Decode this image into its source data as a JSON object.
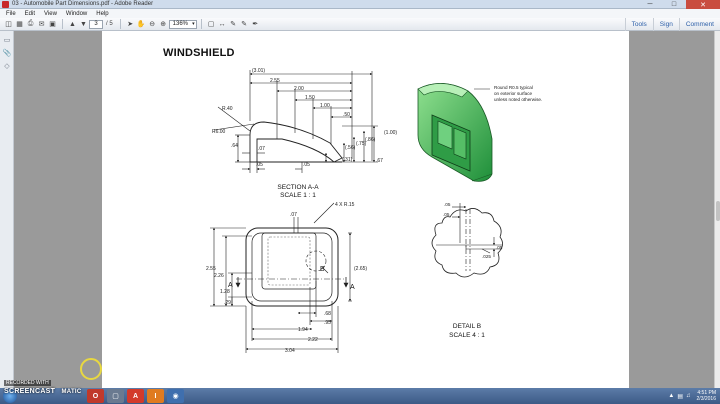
{
  "window": {
    "title": "03 - Automobile Part Dimensions.pdf - Adobe Reader",
    "minimize": "─",
    "maximize": "□",
    "close": "✕"
  },
  "menu": [
    "File",
    "Edit",
    "View",
    "Window",
    "Help"
  ],
  "toolbar": {
    "page_current": "3",
    "page_total": "/ 5",
    "zoom": "136%",
    "zoom_arrow": "▾",
    "tools_label": "Tools",
    "sign_label": "Sign",
    "comment_label": "Comment"
  },
  "document": {
    "title": "WINDSHIELD",
    "section_a_a": {
      "title": "SECTION A-A",
      "scale": "SCALE 1 : 1",
      "dims": {
        "d1": "(3.01)",
        "d2": "2.55",
        "d3": "2.00",
        "d4": "1.50",
        "d5": "1.00",
        "d6": ".50",
        "r40": "R.40",
        "r600": "R6.00",
        "d64": ".64",
        "d07": ".07",
        "d05a": ".05",
        "d05b": ".05",
        "d75": "(.75)",
        "d56": "(.56)",
        "d31": "(.31)",
        "d86": "(.86)",
        "d100": "(1.00)",
        "d67": ".67"
      }
    },
    "iso_note": [
      "Round R0.5 typical",
      "on exterior surface",
      "unless noted otherwise."
    ],
    "front_view": {
      "dims": {
        "d07": ".07",
        "r15": "4 X R.15",
        "d255": "2.55",
        "d226": "2.26",
        "d128": "1.28",
        "d29": ".29",
        "d265": "(2.65)",
        "d68": ".68",
        "d95": ".95",
        "d194": "1.94",
        "d222": "2.22",
        "d304": "3.04",
        "label_a": "A",
        "label_b": "B"
      }
    },
    "detail_b": {
      "title": "DETAIL  B",
      "scale": "SCALE 4 : 1",
      "dims": {
        "d05a": ".05",
        "d05b": ".05",
        "d05c": ".05",
        "d025": ".025"
      }
    }
  },
  "overlay": {
    "recorded_with": "RECORDED WITH",
    "brand": "SCREENCAST",
    "brand2": "MATIC"
  },
  "taskbar": {
    "time": "4:51 PM",
    "date": "2/3/2016"
  }
}
